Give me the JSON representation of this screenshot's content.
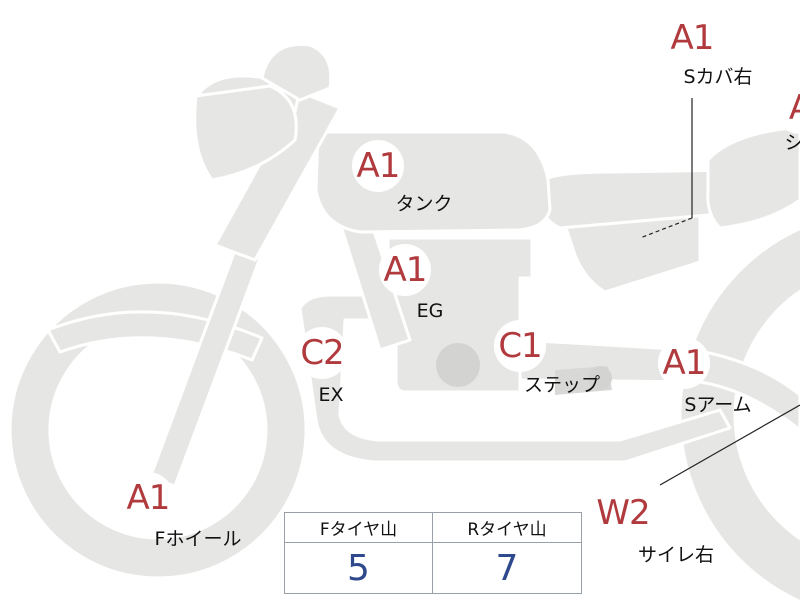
{
  "colors": {
    "body_fill": "#e6e7e5",
    "body_stroke": "#ffffff",
    "grade_text": "#b03a3e",
    "value_text": "#2f4a8c",
    "table_border": "#9aa0a8"
  },
  "parts": [
    {
      "id": "s-cover-right",
      "grade": "A1",
      "label": "Sカバ右"
    },
    {
      "id": "seat",
      "grade": "A",
      "label": "シ"
    },
    {
      "id": "tank",
      "grade": "A1",
      "label": "タンク"
    },
    {
      "id": "engine",
      "grade": "A1",
      "label": "EG"
    },
    {
      "id": "exhaust",
      "grade": "C2",
      "label": "EX"
    },
    {
      "id": "step",
      "grade": "C1",
      "label": "ステップ"
    },
    {
      "id": "swing-arm",
      "grade": "A1",
      "label": "Sアーム"
    },
    {
      "id": "front-wheel",
      "grade": "A1",
      "label": "Fホイール"
    },
    {
      "id": "muffler-right",
      "grade": "W2",
      "label": "サイレ右"
    }
  ],
  "tire_tread": {
    "front_label": "Fタイヤ山",
    "rear_label": "Rタイヤ山",
    "front_value": "5",
    "rear_value": "7"
  }
}
